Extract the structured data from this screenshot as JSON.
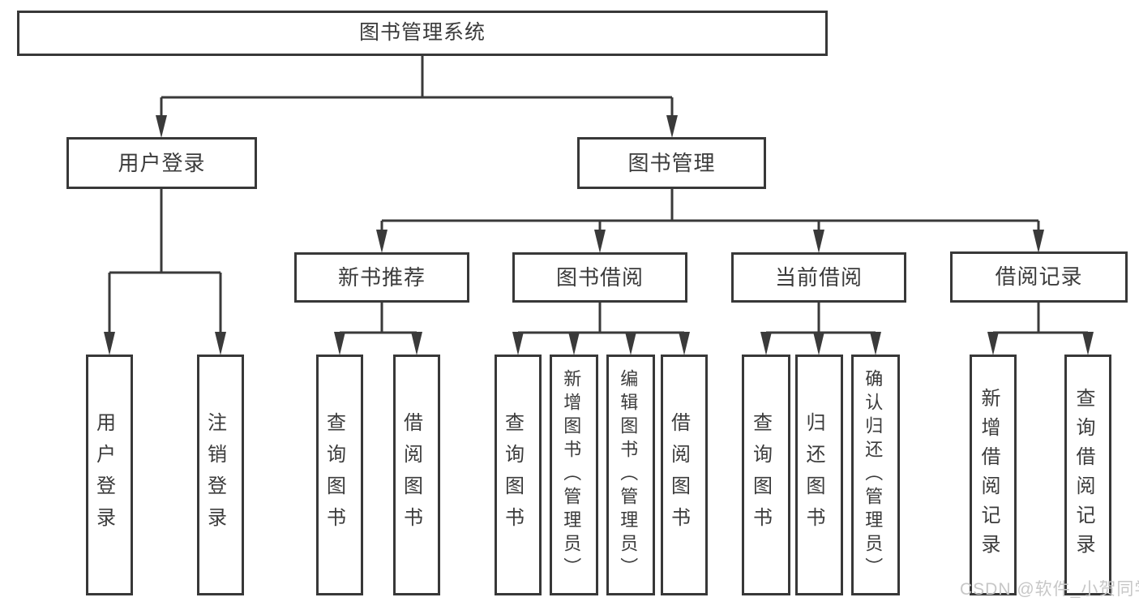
{
  "tree": {
    "label": "图书管理系统",
    "children": [
      {
        "label": "用户登录",
        "children": [
          {
            "label": "用户登录"
          },
          {
            "label": "注销登录"
          }
        ]
      },
      {
        "label": "图书管理",
        "children": [
          {
            "label": "新书推荐",
            "children": [
              {
                "label": "查询图书"
              },
              {
                "label": "借阅图书"
              }
            ]
          },
          {
            "label": "图书借阅",
            "children": [
              {
                "label": "查询图书"
              },
              {
                "label": "新增图书（管理员）"
              },
              {
                "label": "编辑图书（管理员）"
              },
              {
                "label": "借阅图书"
              }
            ]
          },
          {
            "label": "当前借阅",
            "children": [
              {
                "label": "查询图书"
              },
              {
                "label": "归还图书"
              },
              {
                "label": "确认归还（管理员）"
              }
            ]
          },
          {
            "label": "借阅记录",
            "children": [
              {
                "label": "新增借阅记录"
              },
              {
                "label": "查询借阅记录"
              }
            ]
          }
        ]
      }
    ]
  },
  "watermark": {
    "text": "CSDN @软件_小贺同学"
  },
  "colors": {
    "line": "#3a3a3a",
    "box_border": "#383838",
    "text": "#3b3b3b",
    "watermark": "#c7c7c7",
    "background": "#ffffff"
  }
}
